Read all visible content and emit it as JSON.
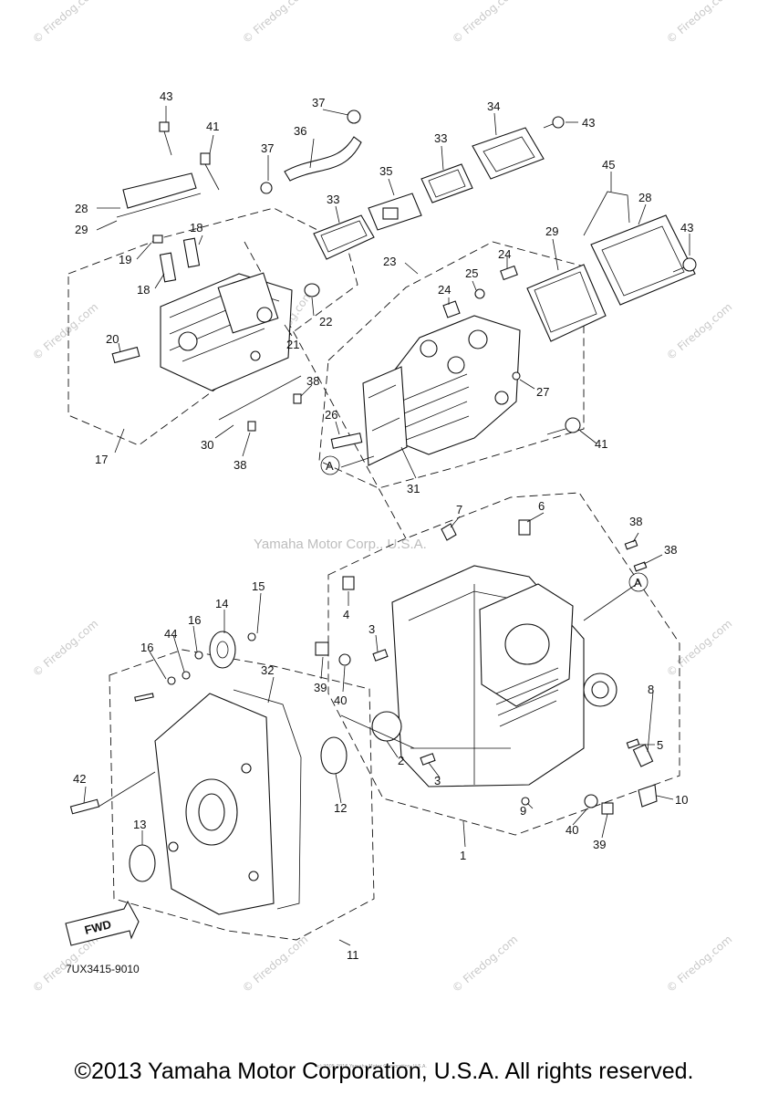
{
  "part_labels": {
    "p1": "1",
    "p2": "2",
    "p3a": "3",
    "p3b": "3",
    "p4": "4",
    "p5": "5",
    "p6": "6",
    "p7": "7",
    "p8": "8",
    "p9": "9",
    "p10": "10",
    "p11": "11",
    "p12": "12",
    "p13": "13",
    "p14": "14",
    "p15": "15",
    "p16a": "16",
    "p16b": "16",
    "p17": "17",
    "p18a": "18",
    "p18b": "18",
    "p19": "19",
    "p20": "20",
    "p21": "21",
    "p22": "22",
    "p23": "23",
    "p24a": "24",
    "p24b": "24",
    "p25": "25",
    "p26": "26",
    "p27": "27",
    "p28a": "28",
    "p28b": "28",
    "p29a": "29",
    "p29b": "29",
    "p30": "30",
    "p31": "31",
    "p32": "32",
    "p33a": "33",
    "p33b": "33",
    "p34": "34",
    "p35": "35",
    "p36": "36",
    "p37a": "37",
    "p37b": "37",
    "p38a": "38",
    "p38b": "38",
    "p38c": "38",
    "p38d": "38",
    "p39a": "39",
    "p39b": "39",
    "p40a": "40",
    "p40b": "40",
    "p41a": "41",
    "p41b": "41",
    "p42": "42",
    "p43a": "43",
    "p43b": "43",
    "p43c": "43",
    "p44": "44",
    "p45": "45"
  },
  "ref_marks": {
    "a_upper": "A",
    "a_lower": "A"
  },
  "fwd_arrow_text": "FWD",
  "diagram_code": "7UX3415-9010",
  "watermark_text": "© Firedog.com",
  "watermark_center": "Yamaha Motor Corp., U.S.A.",
  "watermark_inline": "© Firedog.com",
  "fine_print": "(c) 2005-2016 Yamaha Motor Corporation, U.S.A.",
  "copyright": "©2013 Yamaha Motor Corporation, U.S.A. All rights reserved."
}
